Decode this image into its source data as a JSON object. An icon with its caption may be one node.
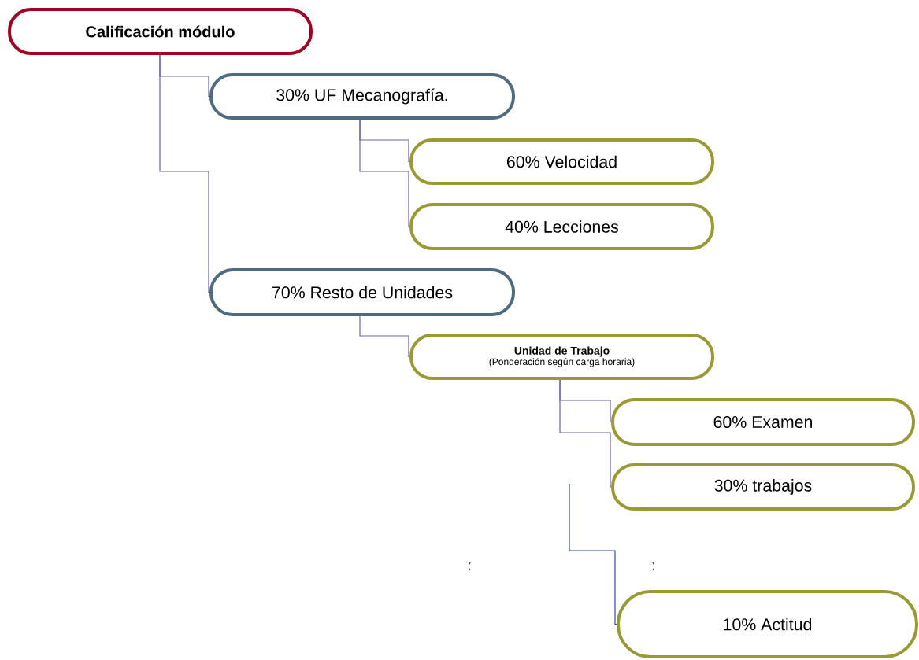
{
  "diagram": {
    "nodes": [
      {
        "text": [
          "Calificación módulo"
        ]
      },
      {
        "text": [
          "30% UF Mecanografía."
        ]
      },
      {
        "text": [
          "60% Velocidad"
        ]
      },
      {
        "text": [
          "40% Lecciones"
        ]
      },
      {
        "text": [
          "70% Resto de Unidades"
        ]
      },
      {
        "text": [
          "Unidad de Trabajo",
          "(Ponderación según carga  horaria)"
        ]
      },
      {
        "text": [
          "60% Examen"
        ]
      },
      {
        "text": [
          "30% trabajos"
        ]
      },
      {
        "text": [
          "10% Actitud"
        ]
      }
    ],
    "edges": [
      {
        "from": 0,
        "to": 1,
        "arrow": "none"
      },
      {
        "from": 0,
        "to": 4,
        "arrow": "none"
      },
      {
        "from": 1,
        "to": 2,
        "arrow": "none"
      },
      {
        "from": 1,
        "to": 3,
        "arrow": "none"
      },
      {
        "from": 4,
        "to": 5,
        "arrow": "none"
      },
      {
        "from": 5,
        "to": 6,
        "arrow": "none"
      },
      {
        "from": 5,
        "to": 7,
        "arrow": "none"
      },
      {
        "from": null,
        "to": 8,
        "arrow": "none",
        "color": "#2f4fa0"
      }
    ],
    "labels": [
      "(",
      ")"
    ]
  }
}
